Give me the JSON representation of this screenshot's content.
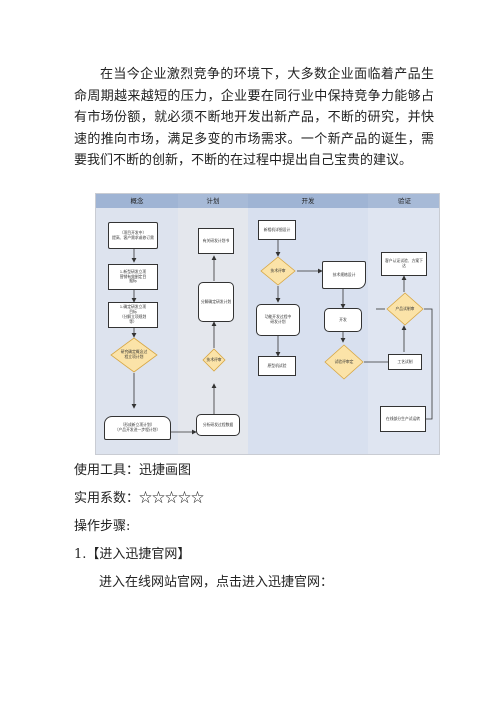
{
  "intro_paragraph": "在当今企业激烈竞争的环境下，大多数企业面临着产品生命周期越来越短的压力，企业要在同行业中保持竞争力能够占有市场份额，就必须不断地开发出新产品，不断的研究，并快速的推向市场，满足多变的市场需求。一个新产品的诞生，需要我们不断的创新，不断的在过程中提出自己宝贵的建议。",
  "diagram": {
    "lanes": [
      "概念",
      "计划",
      "开发",
      "验证"
    ],
    "nodes": {
      "c1": "（项目开发中）\n提高、客户需求或修订需",
      "c2": "1.新型研发立项\n营销有效制定目\n据标",
      "c3": "1.确定研发立项\n目标\n（分解立项规划\n等）",
      "c4": "研究确定概念过\n程立项计划",
      "c5": "（形成新立项计划）\n（产品开发进一步程计划）",
      "p1": "有关研发计划书",
      "p2": "分解确定研发计划",
      "p3": "技术评审",
      "p4": "分析研发过程数据",
      "d1": "新相机详细设计",
      "d2": "技术评审",
      "d3": "功能开发过程中\n研发计划",
      "d4": "原型机试验",
      "d5": "技术规格设计",
      "d6": "开发",
      "d7": "试验评审定",
      "v1": "客户认证试验、方案下\n达",
      "v2": "产品试制审",
      "v3": "工艺试制",
      "v4": "在线部分生产试运转"
    }
  },
  "tool_line": "使用工具：迅捷画图",
  "rating_line": "实用系数：☆☆☆☆☆",
  "steps_line": "操作步骤:",
  "step1_line": "1.【进入迅捷官网】",
  "step1_desc": "进入在线网站官网，点击进入迅捷官网："
}
